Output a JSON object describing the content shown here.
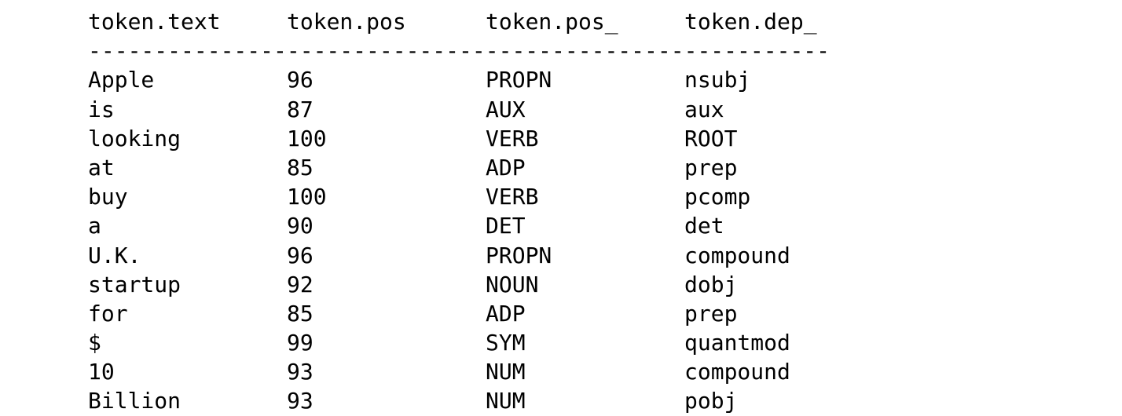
{
  "table": {
    "headers": [
      "token.text",
      "token.pos",
      "token.pos_",
      "token.dep_"
    ],
    "rule": "--------------------------------------------------------",
    "rows": [
      [
        "Apple",
        "96",
        "PROPN",
        "nsubj"
      ],
      [
        "is",
        "87",
        "AUX",
        "aux"
      ],
      [
        "looking",
        "100",
        "VERB",
        "ROOT"
      ],
      [
        "at",
        "85",
        "ADP",
        "prep"
      ],
      [
        "buy",
        "100",
        "VERB",
        "pcomp"
      ],
      [
        "a",
        "90",
        "DET",
        "det"
      ],
      [
        "U.K.",
        "96",
        "PROPN",
        "compound"
      ],
      [
        "startup",
        "92",
        "NOUN",
        "dobj"
      ],
      [
        "for",
        "85",
        "ADP",
        "prep"
      ],
      [
        "$",
        "99",
        "SYM",
        "quantmod"
      ],
      [
        "10",
        "93",
        "NUM",
        "compound"
      ],
      [
        "Billion",
        "93",
        "NUM",
        "pobj"
      ]
    ]
  }
}
